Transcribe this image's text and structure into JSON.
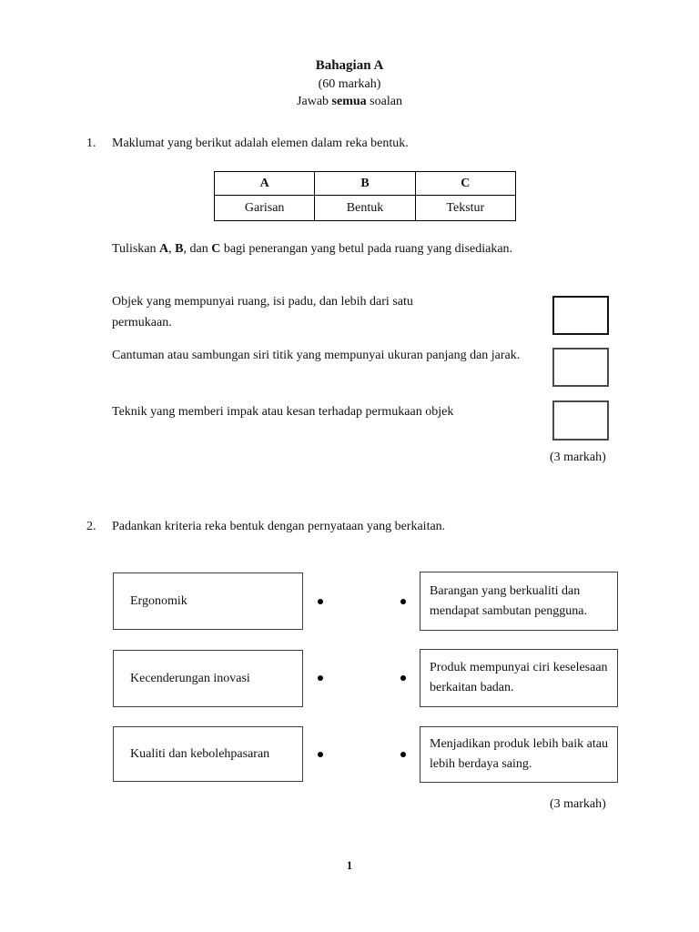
{
  "document": {
    "header": {
      "section_title": "Bahagian A",
      "marks_total": "(60 markah)",
      "instruction": {
        "p1": "Jawab ",
        "bold": "semua",
        "p2": " soalan"
      }
    },
    "q1": {
      "number": "1.",
      "prompt": "Maklumat yang berikut adalah elemen dalam reka bentuk.",
      "table": {
        "headers": [
          "A",
          "B",
          "C"
        ],
        "row": [
          "Garisan",
          "Bentuk",
          "Tekstur"
        ]
      },
      "fill_instruction": {
        "p1": "Tuliskan ",
        "b1": "A",
        "p2": ", ",
        "b2": "B",
        "p3": ", dan ",
        "b3": "C",
        "p4": " bagi penerangan yang betul pada ruang yang disediakan."
      },
      "statements": [
        {
          "text": "Objek yang mempunyai ruang, isi padu, dan lebih dari satu permukaan."
        },
        {
          "text": "Cantuman atau sambungan siri titik yang mempunyai ukuran panjang dan jarak."
        },
        {
          "text": "Teknik yang memberi impak atau kesan terhadap permukaan objek"
        }
      ],
      "marks": "(3 markah)"
    },
    "q2": {
      "number": "2.",
      "prompt": "Padankan kriteria reka bentuk dengan pernyataan yang berkaitan.",
      "pairs": [
        {
          "left": "Ergonomik",
          "right": "Barangan yang berkualiti dan mendapat sambutan pengguna."
        },
        {
          "left": "Kecenderungan inovasi",
          "right": "Produk mempunyai ciri keselesaan berkaitan badan."
        },
        {
          "left": "Kualiti dan kebolehpasaran",
          "right": "Menjadikan produk lebih baik atau lebih berdaya saing."
        }
      ],
      "marks": "(3 markah)"
    },
    "page_number": "1"
  },
  "colors": {
    "background": "#ffffff",
    "text": "#111111",
    "table_border": "#000000",
    "answer_box_border_dark": "#141414",
    "answer_box_border": "#4a4a4a",
    "match_box_border": "#3f3f3f"
  }
}
